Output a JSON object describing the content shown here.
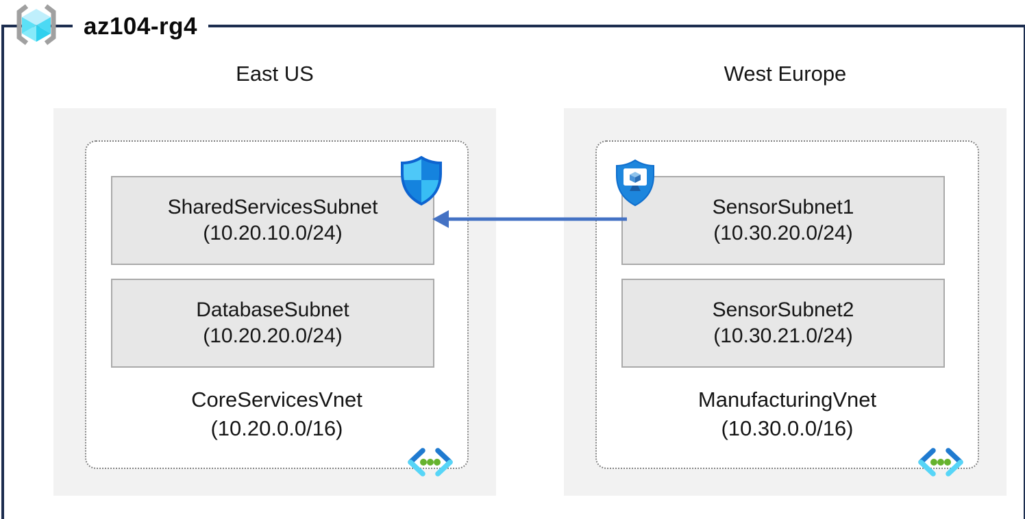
{
  "resource_group": {
    "title": "az104-rg4"
  },
  "regions": [
    {
      "name": "East US",
      "vnet": {
        "name": "CoreServicesVnet",
        "cidr": "(10.20.0.0/16)",
        "subnets": [
          {
            "name": "SharedServicesSubnet",
            "cidr": "(10.20.10.0/24)"
          },
          {
            "name": "DatabaseSubnet",
            "cidr": "(10.20.20.0/24)"
          }
        ]
      }
    },
    {
      "name": "West Europe",
      "vnet": {
        "name": "ManufacturingVnet",
        "cidr": "(10.30.0.0/16)",
        "subnets": [
          {
            "name": "SensorSubnet1",
            "cidr": "(10.30.20.0/24)"
          },
          {
            "name": "SensorSubnet2",
            "cidr": "(10.30.21.0/24)"
          }
        ]
      }
    }
  ],
  "connection": {
    "from": "SensorSubnet1",
    "to": "SharedServicesSubnet",
    "direction": "right-to-left",
    "color": "#4472c4"
  },
  "icons": {
    "resource_group": "resource-group-icon",
    "nsg_shield": "network-security-group-shield-icon",
    "asg_shield": "application-security-group-shield-icon",
    "virtual_network": "virtual-network-icon"
  },
  "colors": {
    "frame_border": "#1c2d4f",
    "region_fill": "#f2f2f2",
    "vnet_border": "#7f7f7f",
    "subnet_fill": "#e7e7e7",
    "subnet_border": "#a9a9a9",
    "arrow": "#4472c4",
    "icon_blue": "#1583de",
    "icon_cyan": "#4ec8f8",
    "icon_green": "#66b32e"
  }
}
